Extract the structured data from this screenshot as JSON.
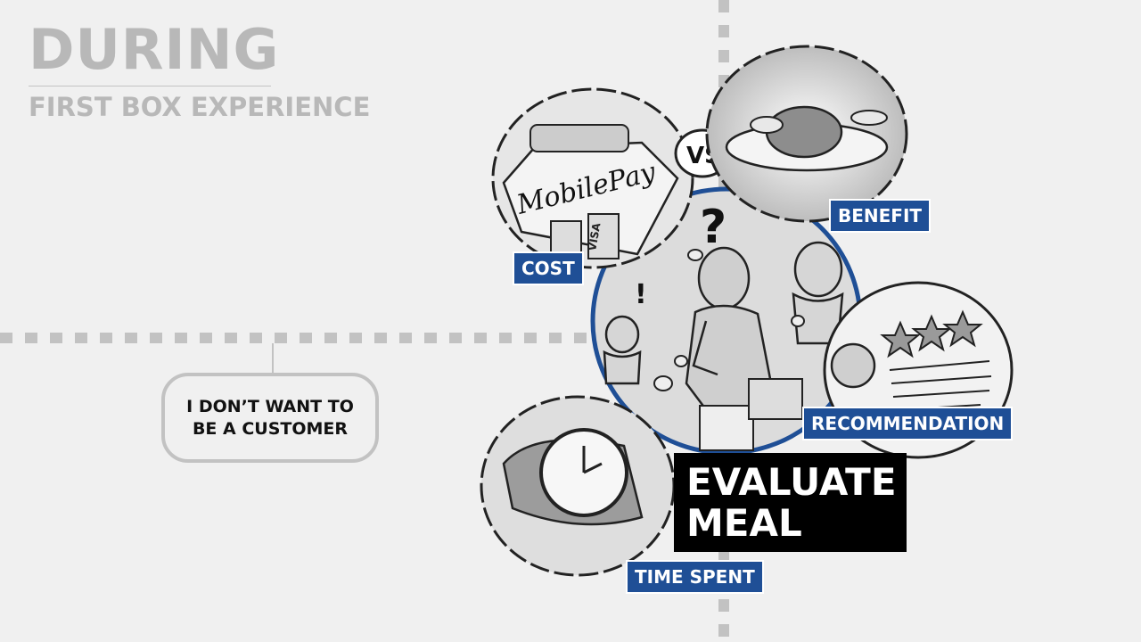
{
  "header": {
    "title": "DURING",
    "subtitle": "FIRST BOX EXPERIENCE"
  },
  "callout": {
    "text": "I  DON’T WANT TO BE A CUSTOMER"
  },
  "labels": {
    "cost": "COST",
    "benefit": "BENEFIT",
    "recommendation": "RECOMMENDATION",
    "time_spent": "TIME SPENT",
    "evaluate": "EVALUATE MEAL"
  },
  "illustration": {
    "vs": "VS",
    "brand": "MobilePay",
    "card": "VISA",
    "question": "?",
    "exclamation": "!"
  },
  "colors": {
    "accent": "#1f4f96",
    "muted": "#b8b8b8"
  }
}
